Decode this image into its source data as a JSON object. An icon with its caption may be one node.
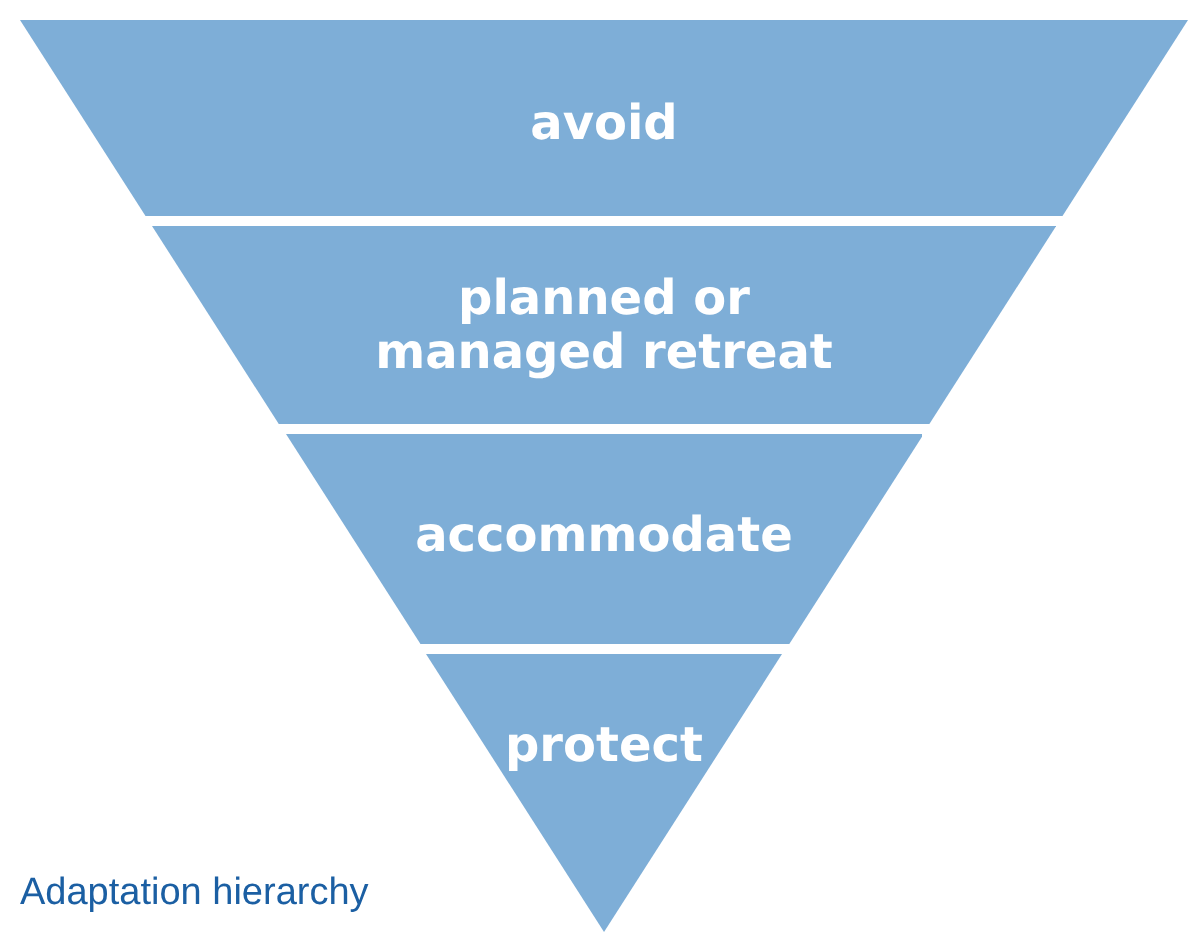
{
  "diagram": {
    "caption": "Adaptation hierarchy",
    "nodes": [
      {
        "text": [
          "avoid"
        ]
      },
      {
        "text": [
          "planned or managed retreat"
        ]
      },
      {
        "text": [
          "accommodate"
        ]
      },
      {
        "text": [
          "protect"
        ]
      }
    ]
  }
}
